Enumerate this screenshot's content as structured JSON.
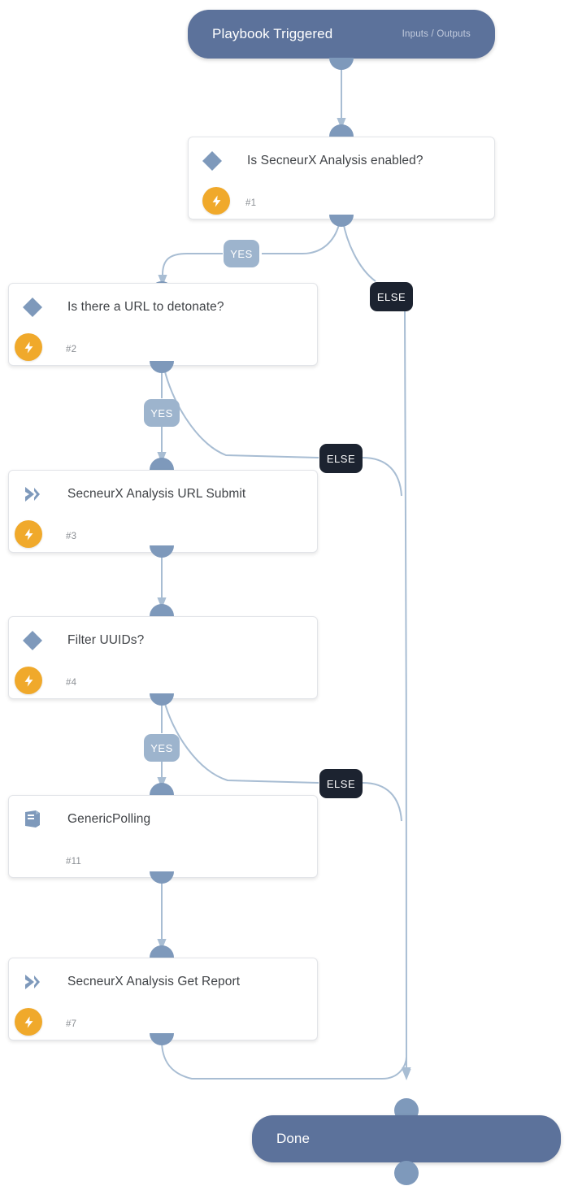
{
  "diagram": {
    "title": "Playbook workflow",
    "colors": {
      "terminal_fill": "#5c729b",
      "connector": "#a8bdd3",
      "bulb": "#7e99bb",
      "bolt": "#f0a92b",
      "badge_yes": "#9db4cd",
      "badge_else": "#1c2330",
      "card_border": "#e2e4e8",
      "card_text": "#404347"
    },
    "start": {
      "label": "Playbook Triggered",
      "meta": "Inputs / Outputs"
    },
    "end": {
      "label": "Done"
    },
    "nodes": [
      {
        "id": "n1",
        "title": "Is SecneurX Analysis enabled?",
        "number": "#1",
        "icon": "diamond-icon",
        "icon_kind": "condition",
        "has_bolt": true
      },
      {
        "id": "n2",
        "title": "Is there a URL to detonate?",
        "number": "#2",
        "icon": "diamond-icon",
        "icon_kind": "condition",
        "has_bolt": true
      },
      {
        "id": "n3",
        "title": "SecneurX Analysis URL Submit",
        "number": "#3",
        "icon": "chevron-right-icon",
        "icon_kind": "action",
        "has_bolt": true
      },
      {
        "id": "n4",
        "title": "Filter UUIDs?",
        "number": "#4",
        "icon": "diamond-icon",
        "icon_kind": "condition",
        "has_bolt": true
      },
      {
        "id": "n11",
        "title": "GenericPolling",
        "number": "#11",
        "icon": "book-icon",
        "icon_kind": "subplaybook",
        "has_bolt": false
      },
      {
        "id": "n7",
        "title": "SecneurX Analysis Get Report",
        "number": "#7",
        "icon": "chevron-right-icon",
        "icon_kind": "action",
        "has_bolt": true
      }
    ],
    "branch_labels": {
      "yes": "YES",
      "else": "ELSE"
    },
    "branches": [
      {
        "from": "n1",
        "label": "YES",
        "to": "n2"
      },
      {
        "from": "n1",
        "label": "ELSE",
        "to": "end"
      },
      {
        "from": "n2",
        "label": "YES",
        "to": "n3"
      },
      {
        "from": "n2",
        "label": "ELSE",
        "to": "end"
      },
      {
        "from": "n4",
        "label": "YES",
        "to": "n11"
      },
      {
        "from": "n4",
        "label": "ELSE",
        "to": "end"
      }
    ]
  }
}
